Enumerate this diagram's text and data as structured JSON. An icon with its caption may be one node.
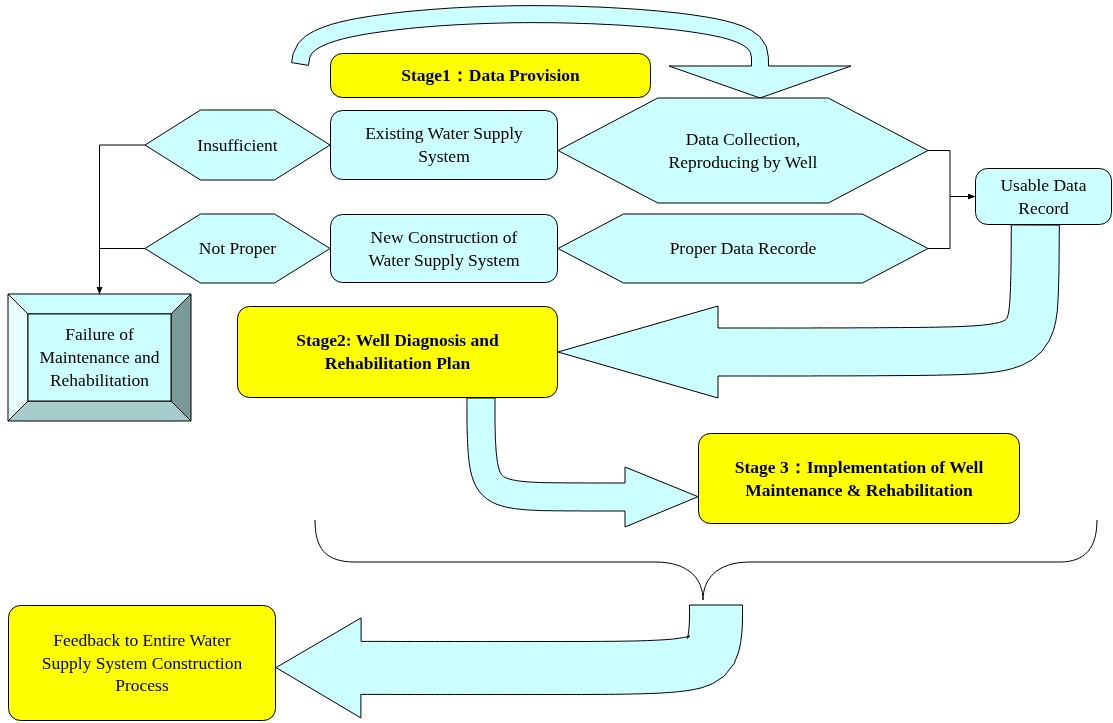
{
  "diagram": {
    "nodes": [
      {
        "text": [
          "Stage1：Data Provision"
        ]
      },
      {
        "text": [
          "Insufficient"
        ]
      },
      {
        "text": [
          "Existing Water Supply System"
        ]
      },
      {
        "text": [
          "Data Collection, Reproducing by Well"
        ]
      },
      {
        "text": [
          "Not Proper"
        ]
      },
      {
        "text": [
          "New Construction of Water Supply System"
        ]
      },
      {
        "text": [
          "Proper Data Recorde"
        ]
      },
      {
        "text": [
          "Usable Data Record"
        ]
      },
      {
        "text": [
          "Failure of Maintenance and Rehabilitation"
        ]
      },
      {
        "text": [
          "Stage2: Well Diagnosis and Rehabilitation Plan"
        ]
      },
      {
        "text": [
          "Stage 3：Implementation of Well Maintenance & Rehabilitation"
        ]
      },
      {
        "text": [
          "Feedback to Entire Water Supply System Construction Process"
        ]
      }
    ],
    "edges": [
      {
        "from": 1,
        "to": 8,
        "arrow": "to"
      },
      {
        "from": 4,
        "to": 8,
        "arrow": "to"
      },
      {
        "from": 3,
        "to": 7,
        "arrow": "to"
      },
      {
        "from": 6,
        "to": 7,
        "arrow": "to"
      },
      {
        "from": null,
        "to": 3,
        "arrow": "to",
        "style": "thick",
        "color": "#ccffff"
      },
      {
        "from": 7,
        "to": 9,
        "arrow": "to",
        "style": "thick",
        "color": "#ccffff"
      },
      {
        "from": 9,
        "to": 10,
        "arrow": "to",
        "style": "thick",
        "color": "#ccffff"
      },
      {
        "from": null,
        "to": 11,
        "arrow": "to",
        "style": "thick",
        "color": "#ccffff"
      }
    ]
  }
}
